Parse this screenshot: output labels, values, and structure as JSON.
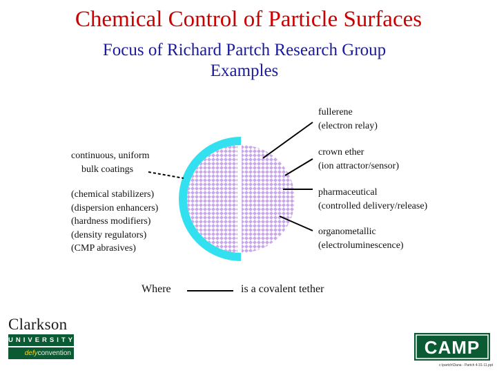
{
  "slide": {
    "title": "Chemical Control of Particle Surfaces",
    "subtitle_line1": "Focus of Richard Partch Research Group",
    "subtitle_line2": "Examples"
  },
  "right_labels": [
    {
      "line1": "fullerene",
      "line2": "(electron relay)"
    },
    {
      "line1": "crown ether",
      "line2": "(ion attractor/sensor)"
    },
    {
      "line1": "pharmaceutical",
      "line2": "(controlled delivery/release)"
    },
    {
      "line1": "organometallic",
      "line2": "(electroluminescence)"
    }
  ],
  "left_labels": {
    "coating_line1": "continuous, uniform",
    "coating_line2": "bulk coatings",
    "additives": [
      "(chemical stabilizers)",
      "(dispersion enhancers)",
      "(hardness modifiers)",
      "(density regulators)",
      "(CMP abrasives)"
    ]
  },
  "legend": {
    "where": "Where",
    "meaning": "is a covalent tether"
  },
  "logos": {
    "clarkson_name": "Clarkson",
    "clarkson_university": "UNIVERSITY",
    "clarkson_tag_accent": "defy",
    "clarkson_tag_rest": "convention",
    "camp_text": "CAMP"
  },
  "footnote": "c:\\partch\\Dana - Partch 4-31-11.ppt",
  "colors": {
    "title": "#cc0000",
    "subtitle": "#1a1aa0",
    "coating_ring": "#33e0f0",
    "particle_fill": "#c9a8e8",
    "clarkson_green": "#0a5b33"
  }
}
